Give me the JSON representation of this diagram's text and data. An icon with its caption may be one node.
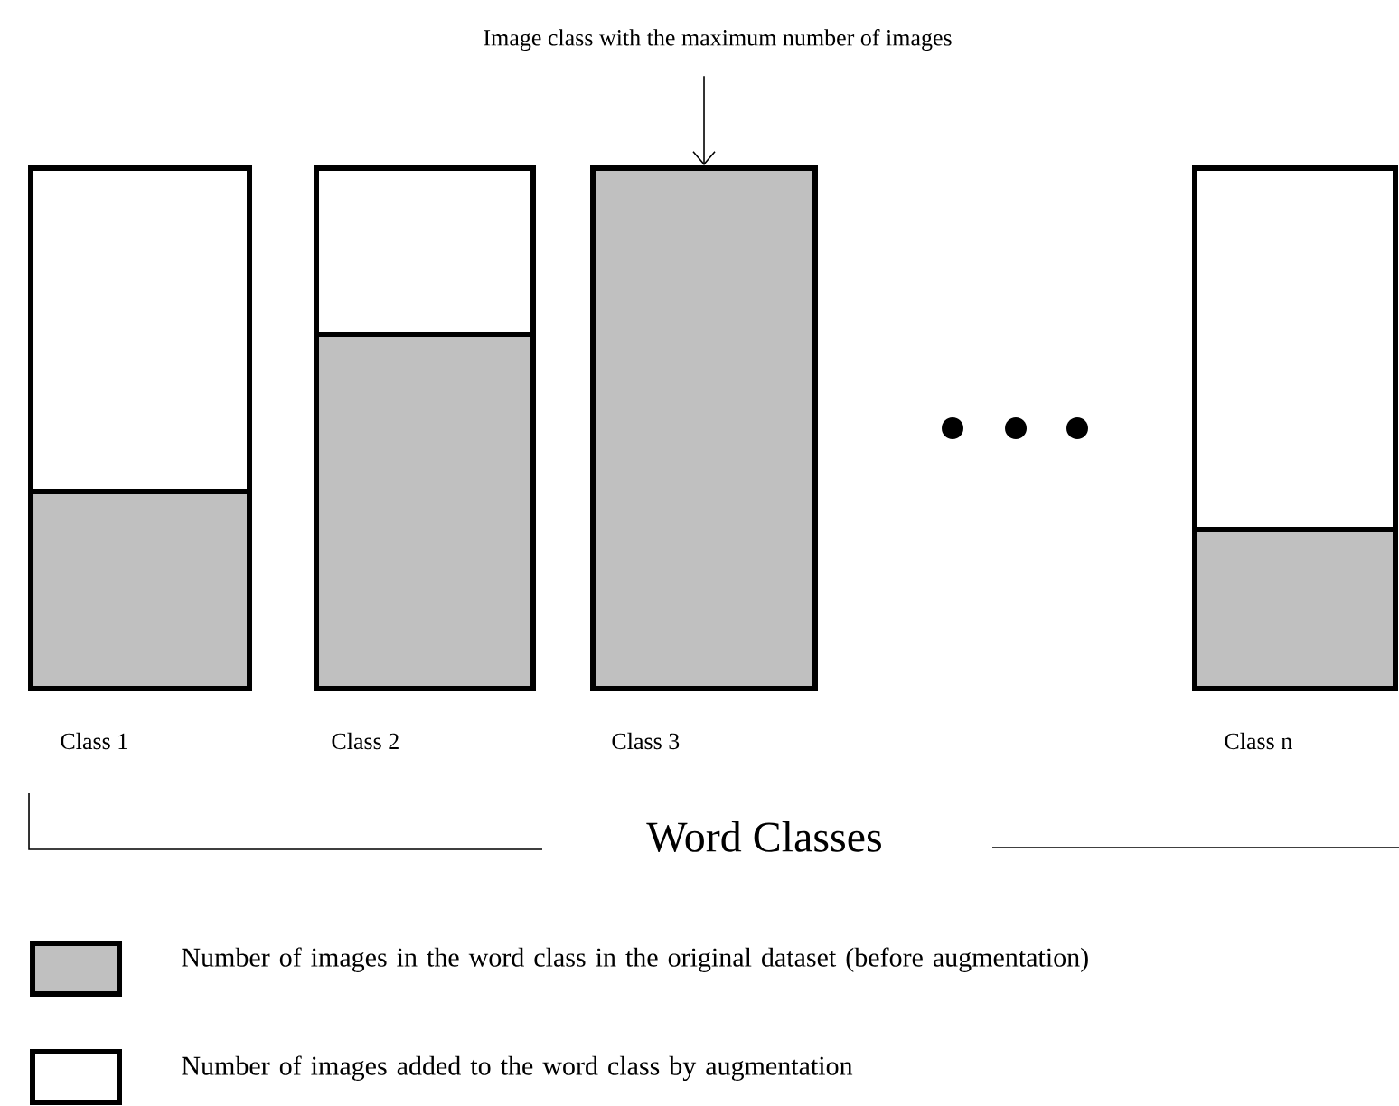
{
  "diagram": {
    "nodes": [
      {
        "text": [
          "Image class with the maximum number of images"
        ]
      },
      {
        "text": [],
        "shape": "bar",
        "beside": [
          "Class 1"
        ]
      },
      {
        "text": [],
        "shape": "bar",
        "beside": [
          "Class 2"
        ]
      },
      {
        "text": [],
        "shape": "bar",
        "beside": [
          "Class 3"
        ]
      },
      {
        "text": [],
        "shape": "bar",
        "beside": [
          "Class n"
        ]
      }
    ],
    "edges": [
      {
        "from": 0,
        "to": 3,
        "arrow": "to"
      }
    ],
    "labels": [
      "Word Classes"
    ],
    "legend": [
      {
        "text": "Number of images in the word class in the original dataset (before augmentation)",
        "color": "#c0c0c0"
      },
      {
        "text": "Number of images added to the word class by augmentation"
      }
    ]
  }
}
